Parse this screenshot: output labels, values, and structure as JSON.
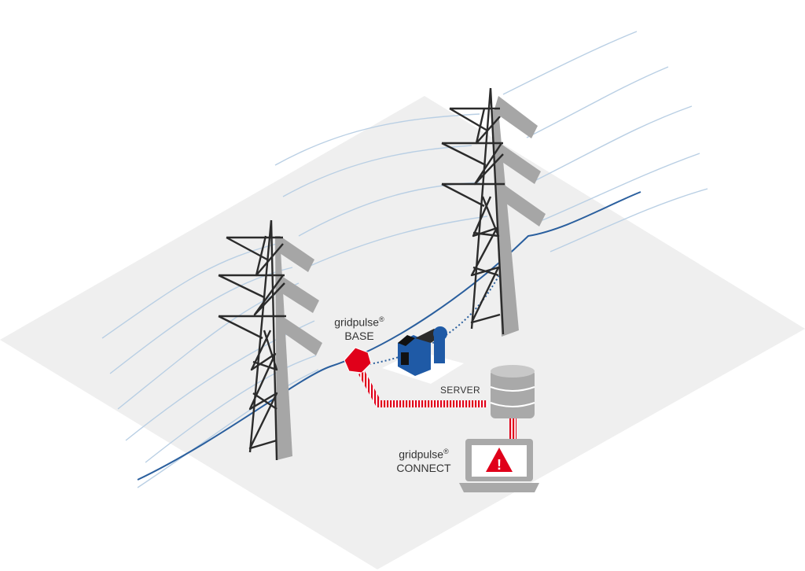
{
  "labels": {
    "base": {
      "brand": "gridpulse",
      "mark": "®",
      "product": "BASE"
    },
    "server": "SERVER",
    "connect": {
      "brand": "gridpulse",
      "mark": "®",
      "product": "CONNECT"
    }
  },
  "alert_symbol": "!",
  "colors": {
    "ground": "#efefef",
    "tower_line": "#2b2b2b",
    "tower_arm": "#a6a6a6",
    "line_faint": "#b9cfe4",
    "line_main": "#2a5f9e",
    "sensor": "#e0001a",
    "link": "#e0001a",
    "server": "#a9a9a9",
    "building": "#1f5aa6"
  },
  "icons": [
    "transmission-tower-icon",
    "sensor-icon",
    "building-icon",
    "database-icon",
    "laptop-icon",
    "warning-icon"
  ]
}
